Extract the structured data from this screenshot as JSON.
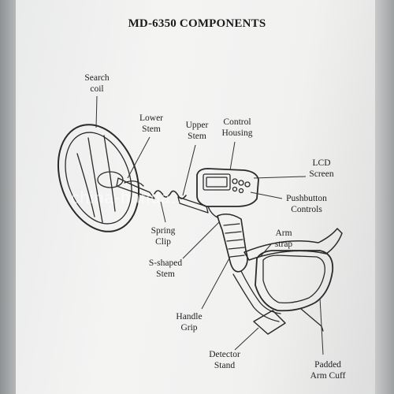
{
  "title": "MD-6350 COMPONENTS",
  "watermark": "china-handa...",
  "labels": {
    "search_coil": "Search\ncoil",
    "lower_stem": "Lower\nStem",
    "upper_stem": "Upper\nStem",
    "control_housing": "Control\nHousing",
    "lcd_screen": "LCD\nScreen",
    "pushbutton_controls": "Pushbutton\nControls",
    "spring_clip": "Spring\nClip",
    "s_shaped_stem": "S-shaped\nStem",
    "arm_strap": "Arm\nstrap",
    "handle_grip": "Handle\nGrip",
    "detector_stand": "Detector\nStand",
    "padded_arm_cuff": "Padded\nArm Cuff"
  }
}
